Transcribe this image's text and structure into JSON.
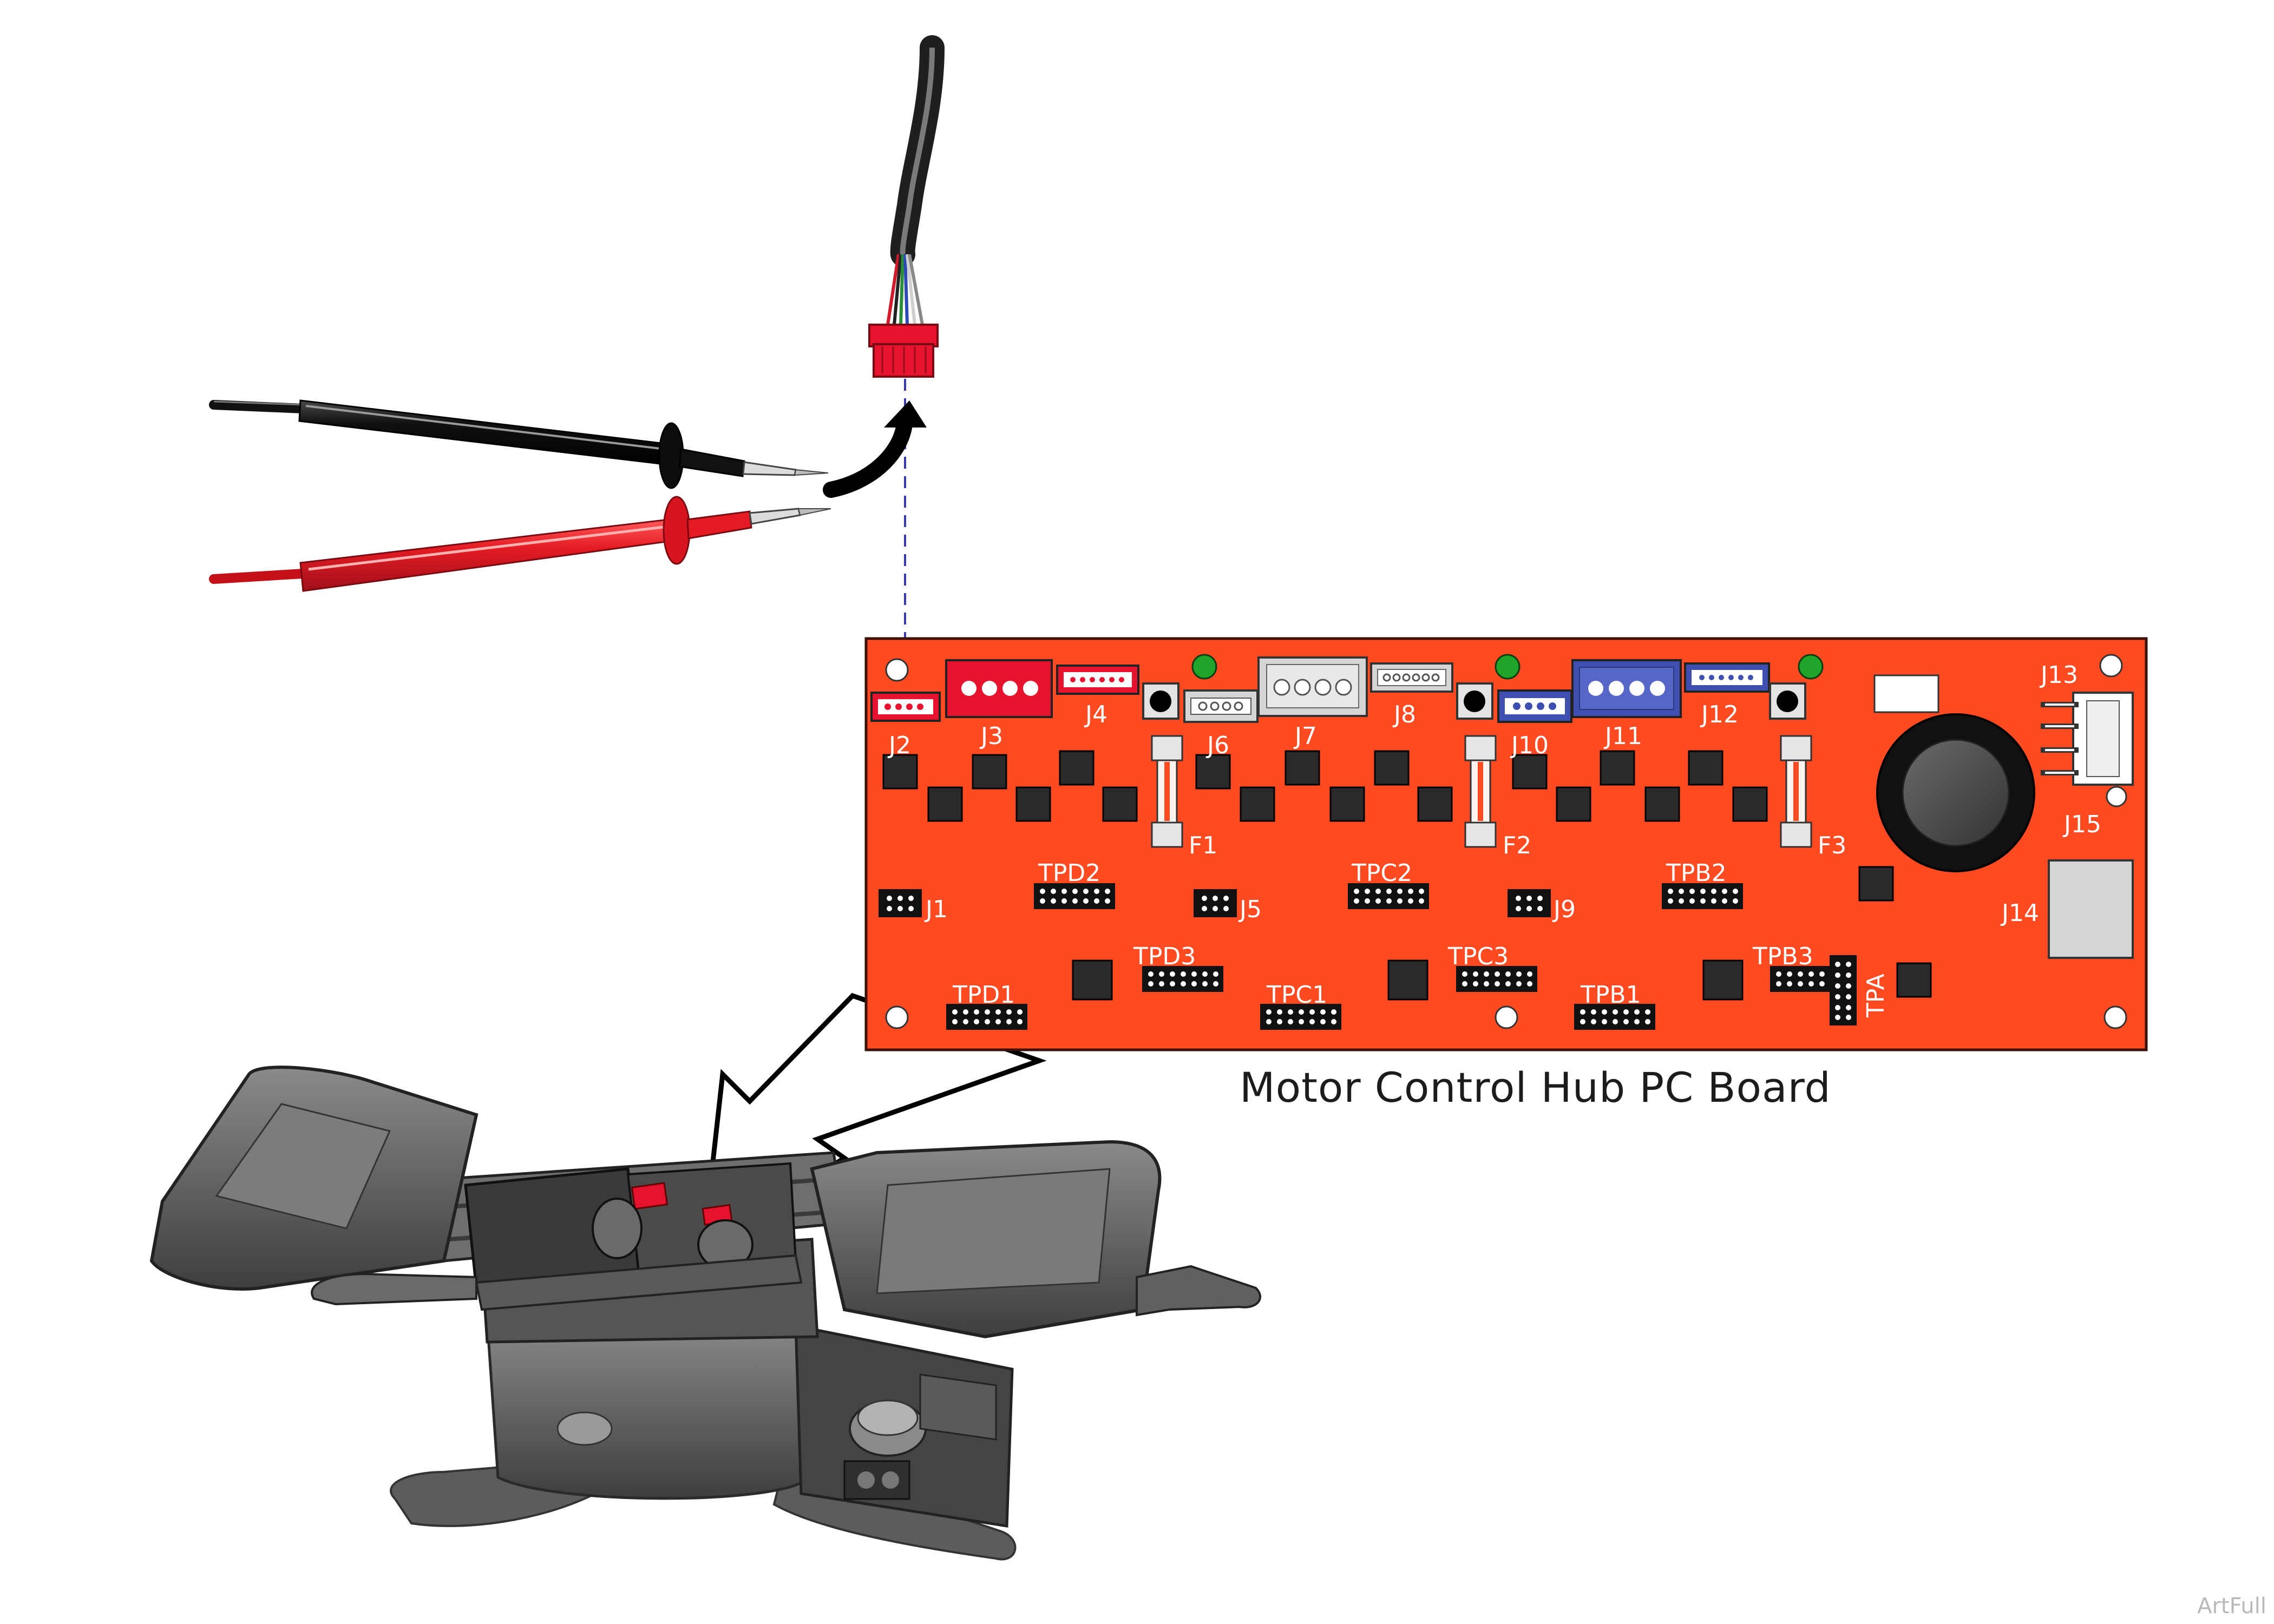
{
  "diagram": {
    "caption": "Motor Control Hub PC Board",
    "art_ref": "ArtFull",
    "connectors": [
      "J1",
      "J2",
      "J3",
      "J4",
      "J5",
      "J6",
      "J7",
      "J8",
      "J9",
      "J10",
      "J11",
      "J12",
      "J13",
      "J14",
      "J15"
    ],
    "fuses": [
      "F1",
      "F2",
      "F3"
    ],
    "test_points": [
      "TPD1",
      "TPD2",
      "TPD3",
      "TPC1",
      "TPC2",
      "TPC3",
      "TPB1",
      "TPB2",
      "TPB3",
      "TPA"
    ],
    "colors": {
      "board": "#ff4a22",
      "red_connector": "#e5132e",
      "blue_connector": "#3f4fb0",
      "red_probe": "#e41b23",
      "black_probe": "#1a1a1a",
      "status_led": "#1fa52a",
      "chair_body": "#5a5a5a"
    }
  }
}
